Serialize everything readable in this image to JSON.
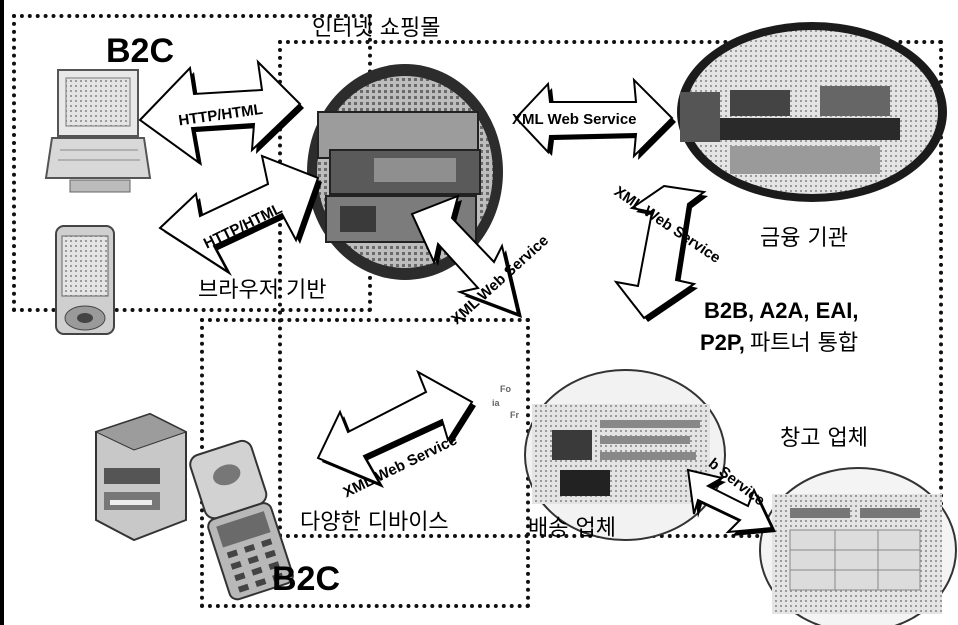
{
  "labels": {
    "b2c_top": "B2C",
    "b2c_bottom": "B2C",
    "internet_shopping_mall": "인터넷 쇼핑몰",
    "browser_based": "브라우저 기반",
    "financial_institution": "금융 기관",
    "partner_line1": "B2B, A2A, EAI,",
    "partner_line2_en": "P2P,",
    "partner_line2_ko": "파트너 통합",
    "various_devices": "다양한 디바이스",
    "delivery_company": "배송 업체",
    "warehouse_company": "창고 업체"
  },
  "arrows": {
    "http_upper": "HTTP/HTML",
    "http_lower": "HTTP/HTML",
    "ws_bank": "XML Web Service",
    "ws_center": "XML Web Service",
    "ws_partner": "XML Web Service",
    "ws_devices": "XML Web Service",
    "ws_warehouse": "b Service"
  },
  "colors": {
    "line": "#000000",
    "arrow_fill": "#ffffff",
    "shadow": "#000000",
    "photo_dark": "#3a3a3a",
    "photo_mid": "#8a8a8a",
    "photo_light": "#d6d6d6"
  },
  "icons": {
    "laptop": "laptop-icon",
    "pda": "pda-icon",
    "printer": "printer-icon",
    "phone": "mobile-phone-icon",
    "server": "shopping-mall-server-icon",
    "bank_screen": "bank-website-screenshot",
    "delivery_screen": "delivery-website-screenshot",
    "warehouse_screen": "warehouse-website-screenshot"
  }
}
